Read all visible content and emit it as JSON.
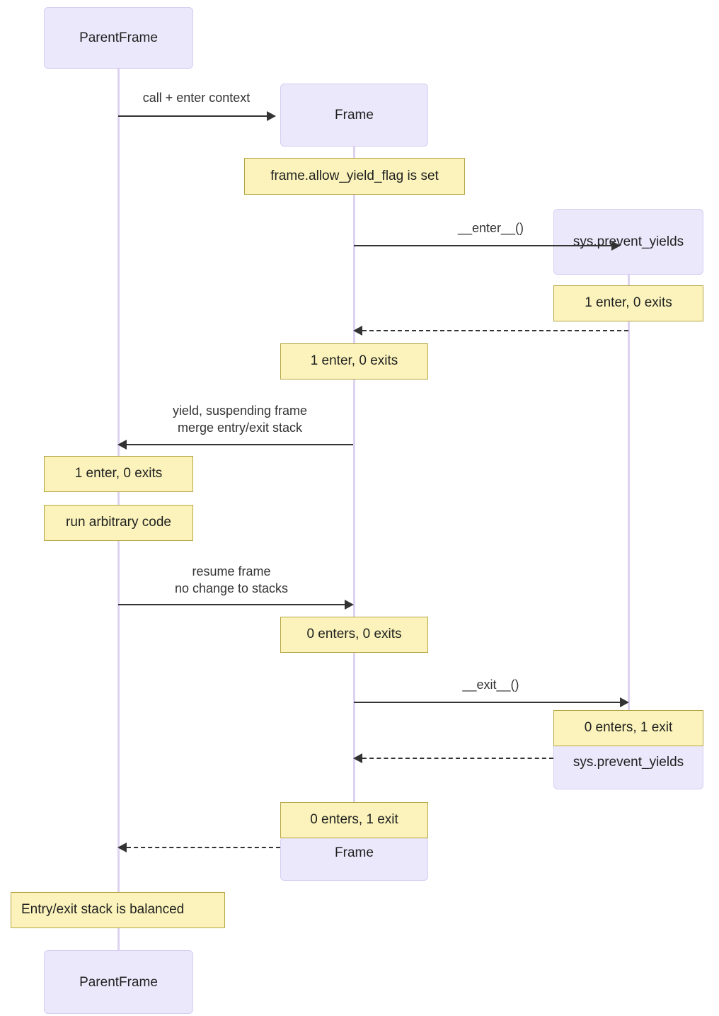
{
  "diagram": {
    "type": "sequence-diagram",
    "colors": {
      "participant_fill": "#ECE8FB",
      "participant_border": "#d6cdf2",
      "note_fill": "#FBF3BB",
      "note_border": "#b5a642",
      "lifeline": "#ddd2f0",
      "arrow": "#333333",
      "text": "#1f2020",
      "background": "#ffffff"
    },
    "participants": [
      {
        "id": "parent",
        "label": "ParentFrame"
      },
      {
        "id": "frame",
        "label": "Frame"
      },
      {
        "id": "sys",
        "label": "sys.prevent_yields"
      }
    ],
    "actors": {
      "parent_top": "ParentFrame",
      "frame_top": "Frame",
      "sys_top": "sys.prevent_yields",
      "sys_bottom": "sys.prevent_yields",
      "frame_bottom": "Frame",
      "parent_bottom": "ParentFrame"
    },
    "messages": [
      {
        "id": "m1",
        "from": "parent",
        "to": "frame",
        "label": "call + enter context",
        "style": "solid",
        "direction": "right"
      },
      {
        "id": "m2",
        "from": "frame",
        "to": "sys",
        "label": "__enter__()",
        "style": "solid",
        "direction": "right"
      },
      {
        "id": "m3",
        "from": "sys",
        "to": "frame",
        "label": "",
        "style": "dashed",
        "direction": "left"
      },
      {
        "id": "m4",
        "from": "frame",
        "to": "parent",
        "label": "yield, suspending frame\nmerge entry/exit stack",
        "style": "solid",
        "direction": "left"
      },
      {
        "id": "m5",
        "from": "parent",
        "to": "frame",
        "label": "resume frame\nno change to stacks",
        "style": "solid",
        "direction": "right"
      },
      {
        "id": "m6",
        "from": "frame",
        "to": "sys",
        "label": "__exit__()",
        "style": "solid",
        "direction": "right"
      },
      {
        "id": "m7",
        "from": "sys",
        "to": "frame",
        "label": "",
        "style": "dashed",
        "direction": "left"
      },
      {
        "id": "m8",
        "from": "frame",
        "to": "parent",
        "label": "",
        "style": "dashed",
        "direction": "left"
      }
    ],
    "notes": [
      {
        "id": "n1",
        "over": "frame",
        "text": "frame.allow_yield_flag is set"
      },
      {
        "id": "n2",
        "over": "sys",
        "text": "1 enter, 0 exits"
      },
      {
        "id": "n3",
        "over": "frame",
        "text": "1 enter, 0 exits"
      },
      {
        "id": "n4",
        "over": "parent",
        "text": "1 enter, 0 exits"
      },
      {
        "id": "n5",
        "over": "parent",
        "text": "run arbitrary code"
      },
      {
        "id": "n6",
        "over": "frame",
        "text": "0 enters, 0 exits"
      },
      {
        "id": "n7",
        "over": "sys",
        "text": "0 enters, 1 exit"
      },
      {
        "id": "n8",
        "over": "frame",
        "text": "0 enters, 1 exit"
      },
      {
        "id": "n9",
        "over": "parent",
        "text": "Entry/exit stack is balanced"
      }
    ]
  }
}
